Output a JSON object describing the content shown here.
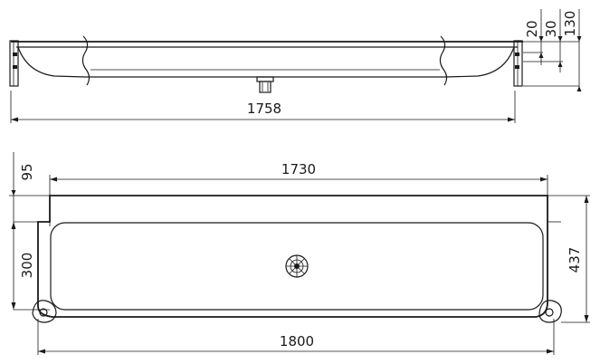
{
  "side_view": {
    "overall_length": "1758",
    "rim_thickness": "20",
    "rim_depth": "30",
    "total_depth": "130"
  },
  "top_view": {
    "inner_length": "1730",
    "overall_length": "1800",
    "rim_offset": "95",
    "bowl_width": "300",
    "overall_width": "437"
  },
  "icons": {
    "drain": "drain-outlet-icon",
    "bracket": "mounting-bracket-icon"
  }
}
